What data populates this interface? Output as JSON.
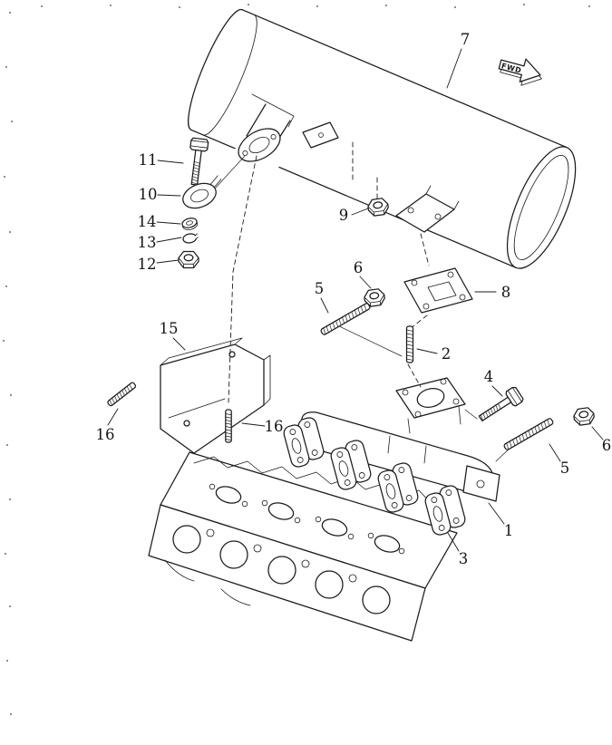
{
  "page": {
    "background": "#ffffff",
    "line_color": "#1b1b1b"
  },
  "diagram": {
    "kind": "exploded-parts-diagram",
    "fwd_badge": {
      "label": "FWD"
    },
    "callouts": [
      {
        "ref": "7"
      },
      {
        "ref": "11"
      },
      {
        "ref": "10"
      },
      {
        "ref": "14"
      },
      {
        "ref": "13"
      },
      {
        "ref": "12"
      },
      {
        "ref": "9"
      },
      {
        "ref": "6"
      },
      {
        "ref": "5"
      },
      {
        "ref": "8"
      },
      {
        "ref": "2"
      },
      {
        "ref": "15"
      },
      {
        "ref": "4"
      },
      {
        "ref": "16"
      },
      {
        "ref": "16"
      },
      {
        "ref": "6"
      },
      {
        "ref": "5"
      },
      {
        "ref": "1"
      },
      {
        "ref": "3"
      }
    ]
  }
}
